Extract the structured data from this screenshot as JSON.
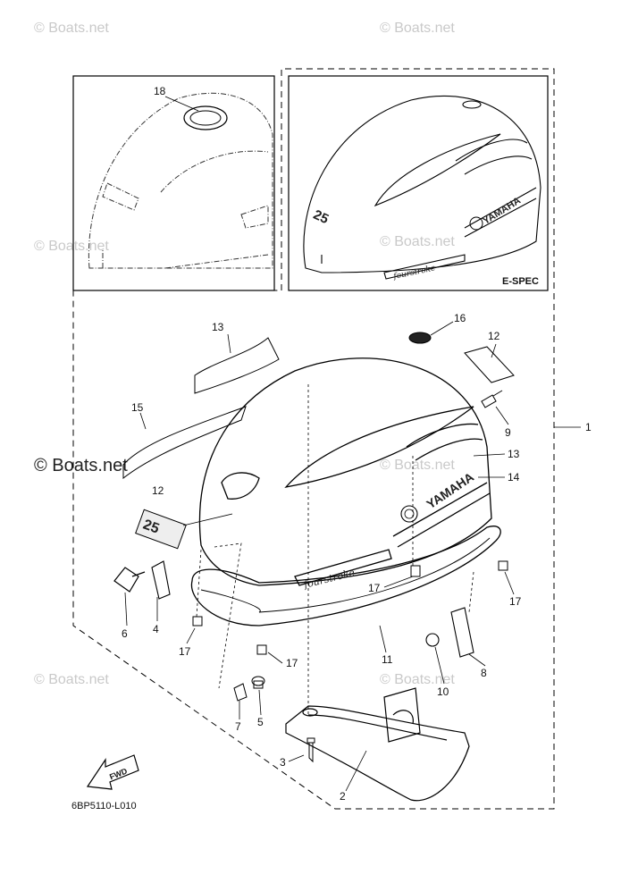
{
  "watermark": {
    "text": "© Boats.net",
    "text_large": "© Boats.net"
  },
  "inset_espec_label": "E-SPEC",
  "diagram_code": "6BP5110-L010",
  "fwd_label": "FWD",
  "decals": {
    "model": "25",
    "brand": "YAMAHA",
    "series": "fourstroke"
  },
  "callouts": {
    "c1": "1",
    "c2": "2",
    "c3": "3",
    "c4": "4",
    "c5": "5",
    "c6": "6",
    "c7": "7",
    "c8": "8",
    "c9": "9",
    "c10": "10",
    "c11": "11",
    "c12a": "12",
    "c12b": "12",
    "c13a": "13",
    "c13b": "13",
    "c14": "14",
    "c15": "15",
    "c16": "16",
    "c17a": "17",
    "c17b": "17",
    "c17c": "17",
    "c17d": "17",
    "c18": "18"
  }
}
